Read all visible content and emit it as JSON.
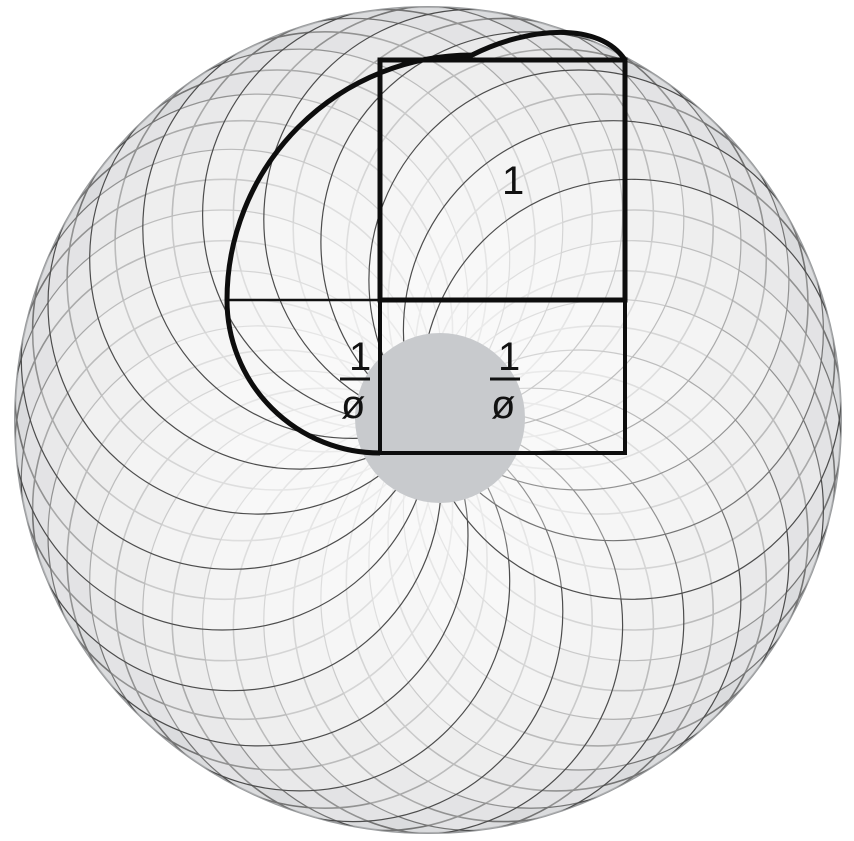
{
  "colors": {
    "disc_fill": "#d1d3d5",
    "disc_edge": "#9a9c9e",
    "spiral_stroke": "#4d4d4d",
    "frame_stroke": "#0d0d0d",
    "inner_line": "#111111",
    "center_fill": "#c8cacd"
  },
  "labels": {
    "big_square": "1",
    "left_numerator": "1",
    "left_denominator": "ø",
    "right_numerator": "1",
    "right_denominator": "ø"
  }
}
